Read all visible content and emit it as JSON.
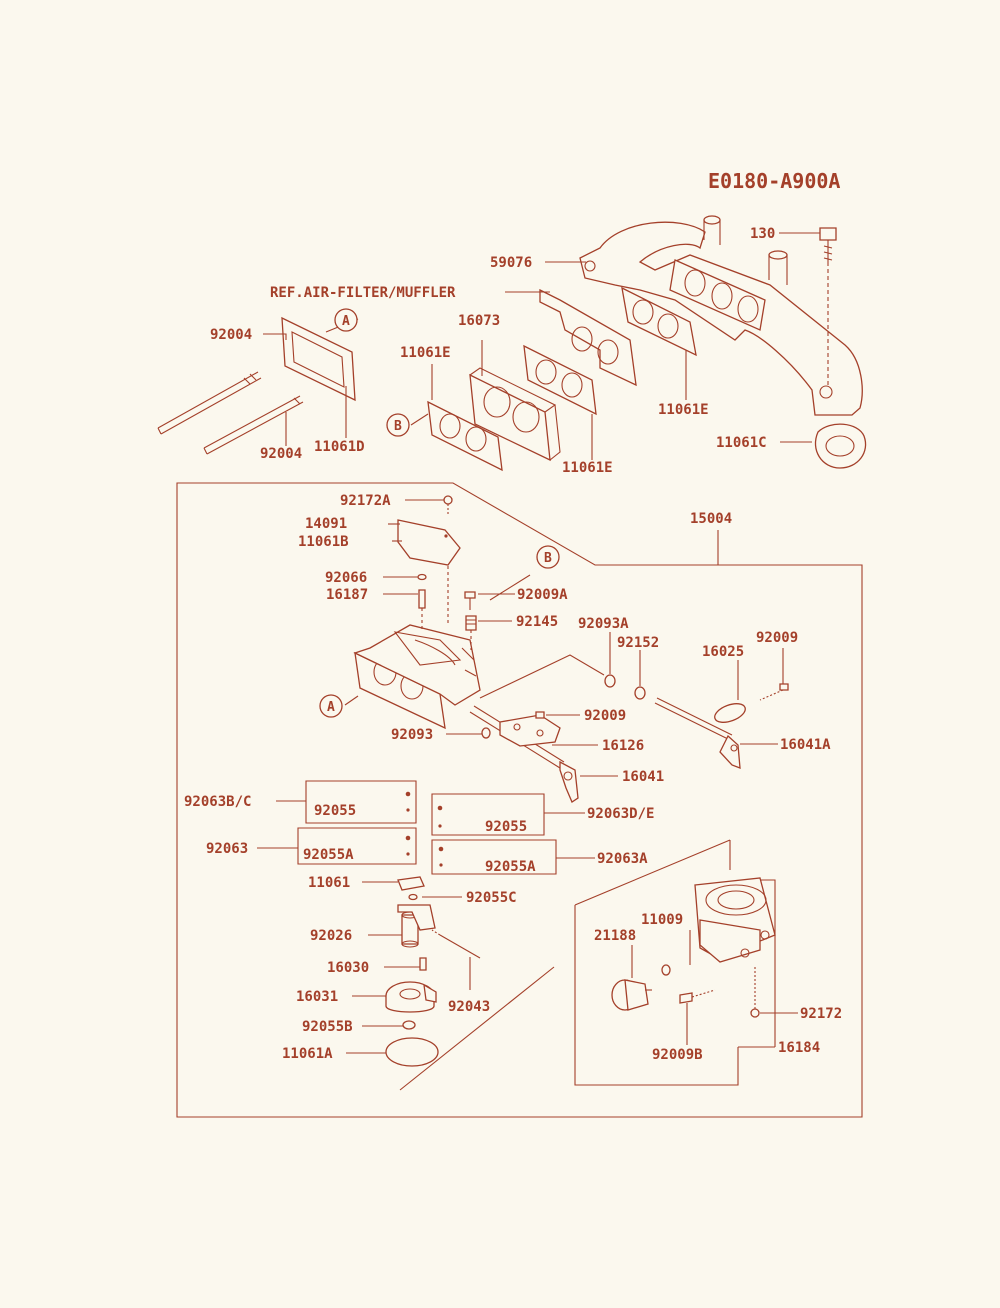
{
  "diagram_id": "E0180-A900A",
  "colors": {
    "ink": "#a4402a",
    "paper": "#fbf8ee"
  },
  "callouts": {
    "A": "A",
    "B": "B"
  },
  "labels": {
    "p130": "130",
    "p59076": "59076",
    "ref_air_filter": "REF.AIR-FILTER/MUFFLER",
    "p16073": "16073",
    "p92004_a": "92004",
    "p11061E_a": "11061E",
    "p11061E_b": "11061E",
    "p11061E_c": "11061E",
    "p11061D": "11061D",
    "p92004_b": "92004",
    "p11061C": "11061C",
    "p92172A": "92172A",
    "p15004": "15004",
    "p14091": "14091",
    "p11061B": "11061B",
    "p92066": "92066",
    "p92009A": "92009A",
    "p16187": "16187",
    "p92145": "92145",
    "p92093A": "92093A",
    "p92152": "92152",
    "p16025": "16025",
    "p92009_a": "92009",
    "p92009_b": "92009",
    "p92093": "92093",
    "p16126": "16126",
    "p16041A": "16041A",
    "p16041": "16041",
    "p92063BC": "92063B/C",
    "p92055_a": "92055",
    "p92063DE": "92063D/E",
    "p92055_b": "92055",
    "p92063": "92063",
    "p92055A_a": "92055A",
    "p92055A_b": "92055A",
    "p92063A": "92063A",
    "p11061": "11061",
    "p92055C": "92055C",
    "p11009": "11009",
    "p21188": "21188",
    "p92026": "92026",
    "p16030": "16030",
    "p16031": "16031",
    "p92043": "92043",
    "p92172": "92172",
    "p92055B": "92055B",
    "p92009B": "92009B",
    "p16184": "16184",
    "p11061A": "11061A"
  }
}
